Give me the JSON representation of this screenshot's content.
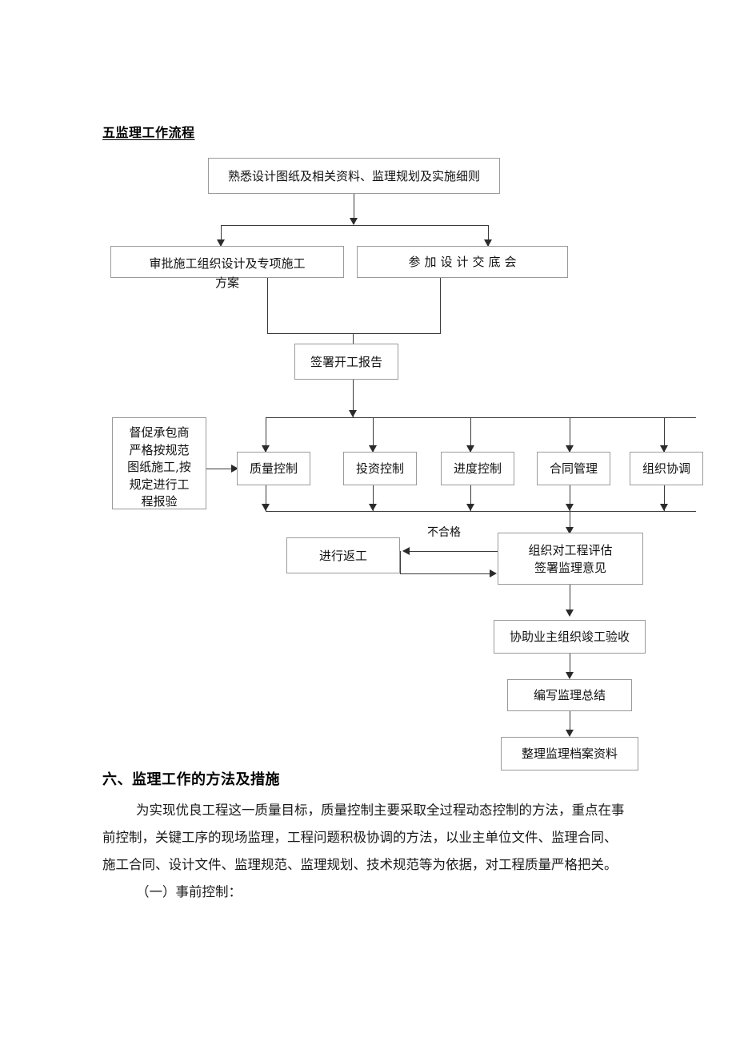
{
  "document": {
    "flow_section_title": "五监理工作流程",
    "methods_section_title": "六、监理工作的方法及措施",
    "paragraphs": [
      "为实现优良工程这一质量目标，质量控制主要采取全过程动态控制的方法，重点在事",
      "前控制，关键工序的现场监理，工程问题积极协调的方法，以业主单位文件、监理合同、",
      "施工合同、设计文件、监理规范、监理规划、技术规范等为依据，对工程质量严格把关。"
    ],
    "subheading": "（一）事前控制："
  },
  "flowchart": {
    "nodes": {
      "familiarize": "熟悉设计图纸及相关资料、监理规划及实施细则",
      "approve_plan_line1": "审批施工组织设计及专项施工",
      "approve_plan_line2": "方案",
      "design_briefing": "参加设计交底会",
      "sign_start_report": "签署开工报告",
      "supervise_contractor_lines": [
        "督促承包商",
        "严格按规范",
        "图纸施工,按",
        "规定进行工",
        "程报验"
      ],
      "controls": [
        "质量控制",
        "投资控制",
        "进度控制",
        "合同管理",
        "组织协调"
      ],
      "rework": "进行返工",
      "evaluate_line1": "组织对工程评估",
      "evaluate_line2": "签署监理意见",
      "assist_acceptance": "协助业主组织竣工验收",
      "write_summary": "编写监理总结",
      "archive_files": "整理监理档案资料"
    },
    "edge_labels": {
      "unqualified": "不合格"
    },
    "colors": {
      "box_border": "#9a9a9a",
      "connector": "#3a3a3a",
      "arrow": "#2b2b2b",
      "text": "#111111",
      "page_background": "#ffffff"
    }
  }
}
